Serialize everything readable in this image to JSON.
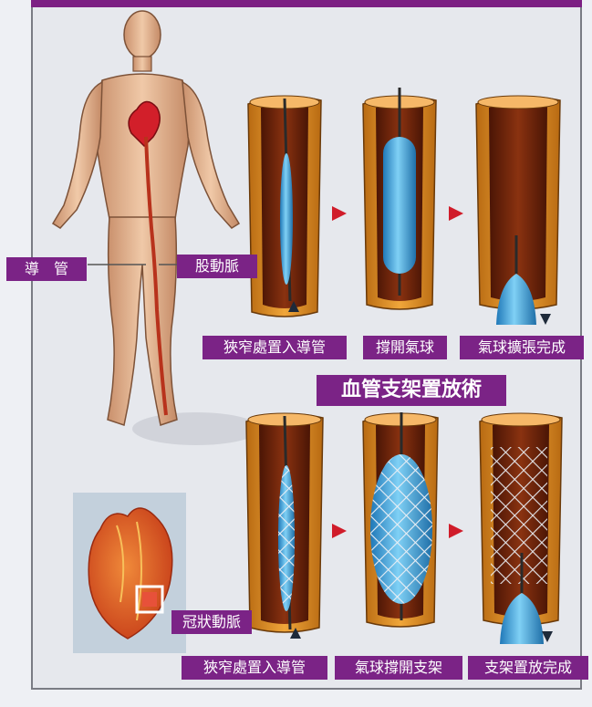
{
  "labels": {
    "catheter": "導　管",
    "femoral_artery": "股動脈",
    "coronary_artery": "冠狀動脈",
    "balloon_step1": "狹窄處置入導管",
    "balloon_step2": "撐開氣球",
    "balloon_step3": "氣球擴張完成",
    "title": "血管支架置放術",
    "stent_step1": "狹窄處置入導管",
    "stent_step2": "氣球撐開支架",
    "stent_step3": "支架置放完成"
  },
  "colors": {
    "label_bg": "#7b2386",
    "arrow": "#d01c2a",
    "vessel_outer": "#d98a1e",
    "vessel_inner": "#6b2408",
    "balloon": "#3aa6e0"
  }
}
